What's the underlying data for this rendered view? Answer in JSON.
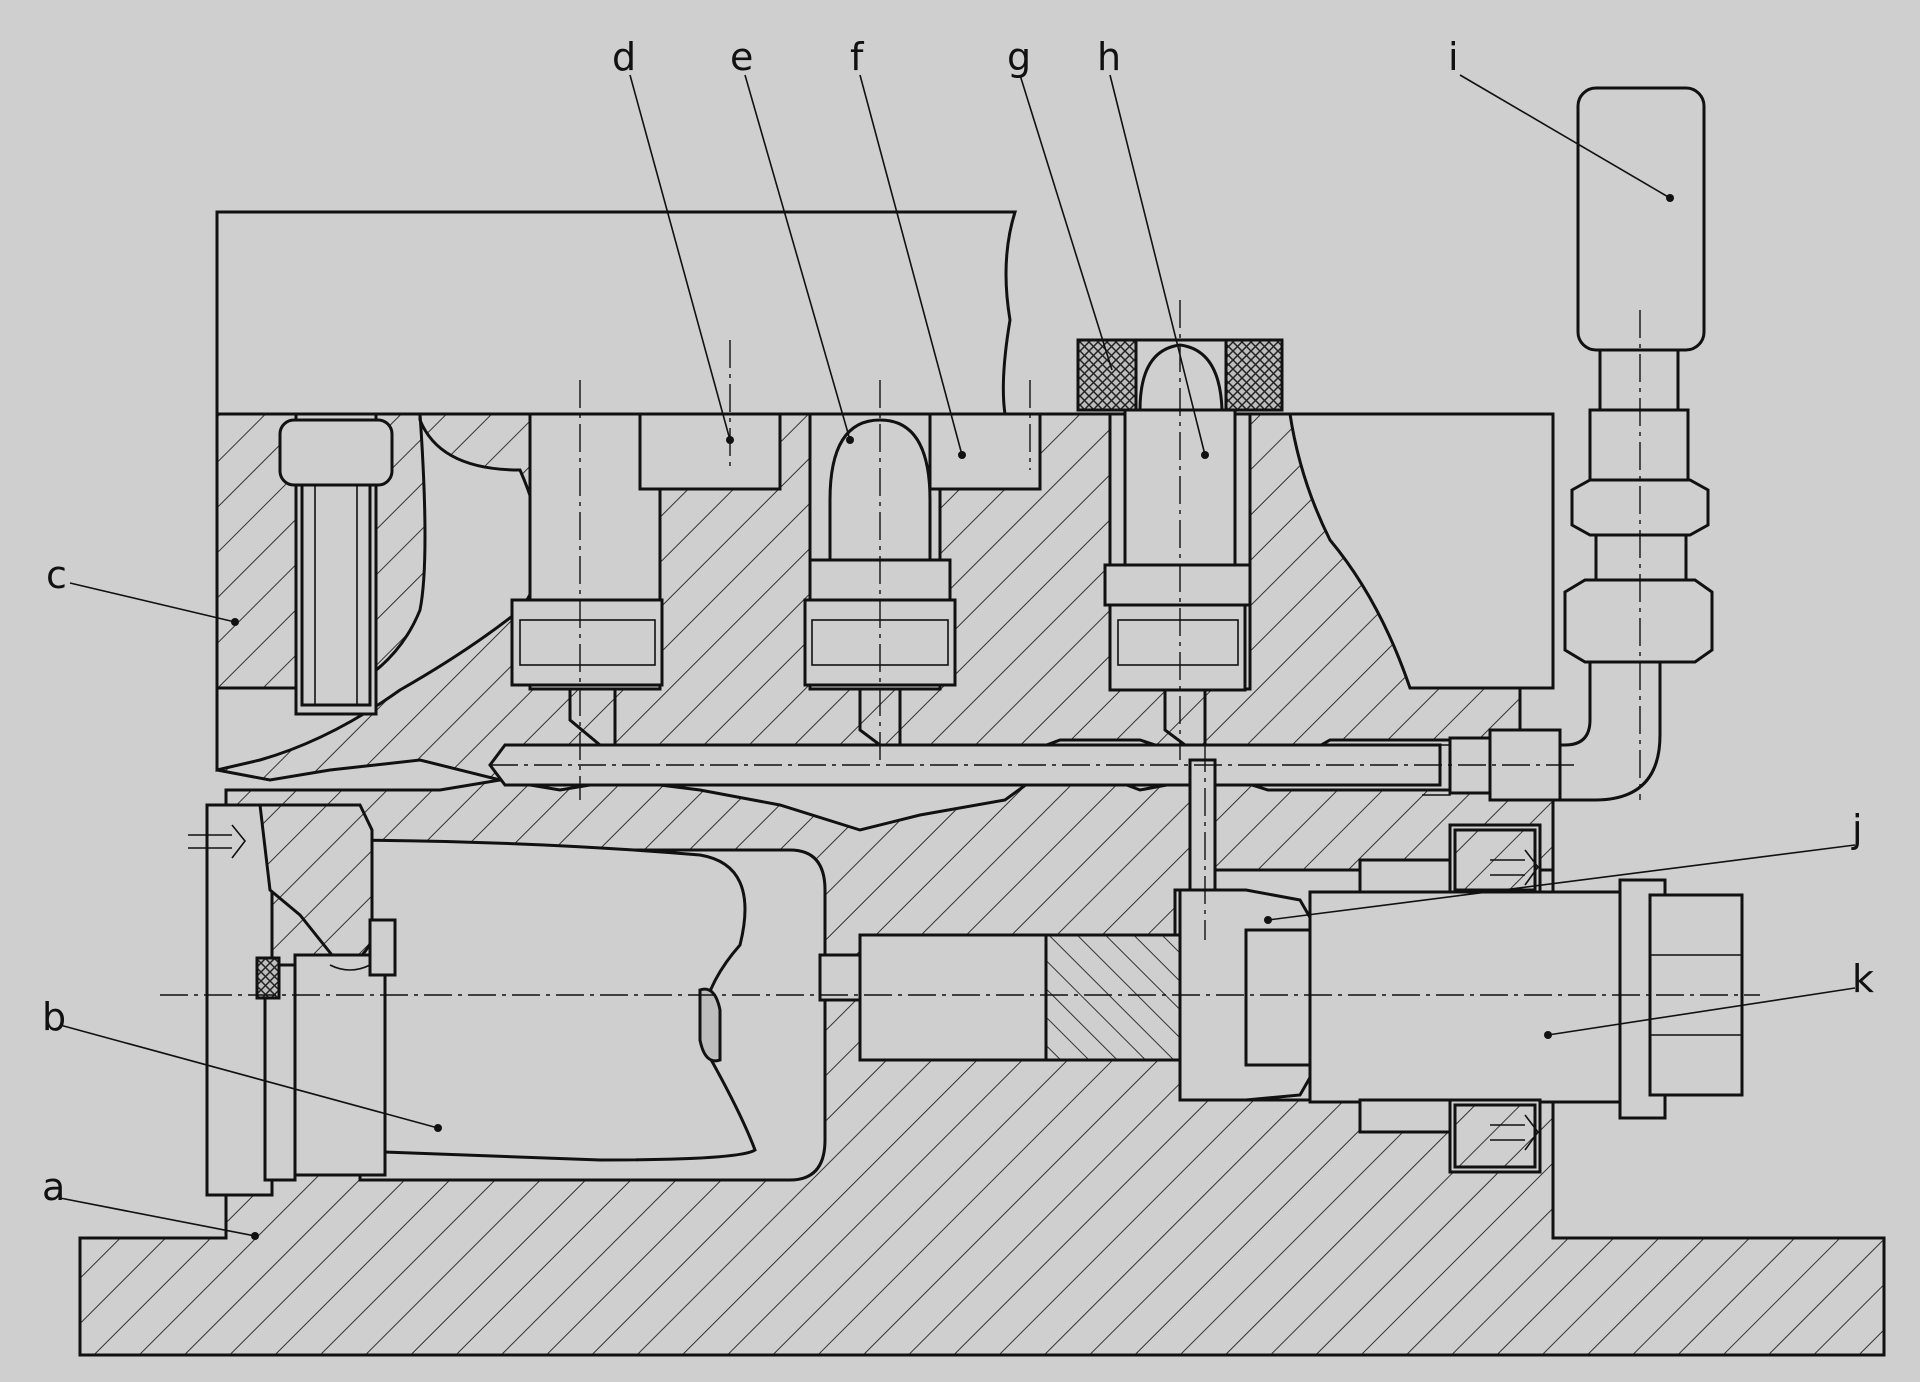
{
  "diagram": {
    "labels": [
      "a",
      "b",
      "c",
      "d",
      "e",
      "f",
      "g",
      "h",
      "i",
      "j",
      "k"
    ]
  },
  "colors": {
    "background": "#cfcfcf",
    "line": "#111111",
    "hatch": "#333333"
  }
}
